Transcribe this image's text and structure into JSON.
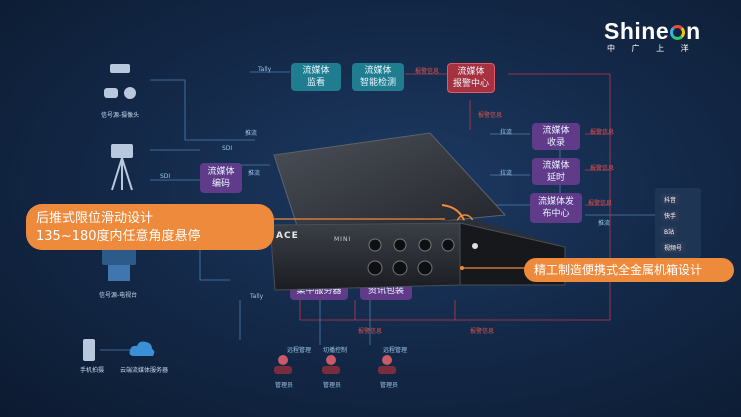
{
  "brand": {
    "name_left": "Shine",
    "name_right": "n",
    "subtitle": "中 广 上 洋"
  },
  "boxes": {
    "monitor": "流媒体\n监看",
    "smart_detect": "流媒体\n智能检测",
    "alarm_center": "流媒体\n报警中心",
    "encoder": "流媒体\n编码",
    "receive": "流媒体\n收录",
    "delay": "流媒体\n延时",
    "publish": "流媒体发\n布中心",
    "cloud_director": "云导播\n集中服务器",
    "media_pack": "资讯包装"
  },
  "sources": {
    "camera": "信号源-摄像头",
    "broadcast": "信号源-电视台"
  },
  "link_labels": {
    "tally": "Tally",
    "sdi": "SDI",
    "push": "推流",
    "pull": "拉流",
    "alarm": "报警信息"
  },
  "platforms": [
    "抖音",
    "快手",
    "B站",
    "视频号"
  ],
  "bottom": {
    "remote_mgmt": "远程管理",
    "switch_ctrl": "切播控制",
    "operator": "管理员",
    "phone": "手机拍摄",
    "cloud_server": "云端流媒体服务器"
  },
  "callouts": {
    "left_line1": "后推式限位滑动设计",
    "left_line2": "135~180度内任意角度悬停",
    "right": "精工制造便携式全金属机箱设计"
  },
  "device": {
    "brand_mark": "ACE",
    "model": "MINI"
  },
  "colors": {
    "accent": "#ee8a3c",
    "teal": "#1f7d8f",
    "alarm": "#a8313f",
    "purple": "#5f3b8a"
  }
}
